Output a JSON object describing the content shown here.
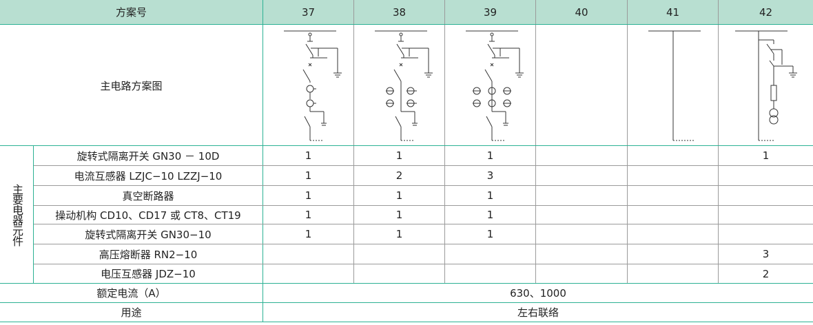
{
  "header": {
    "label": "方案号",
    "schemes": [
      "37",
      "38",
      "39",
      "40",
      "41",
      "42"
    ]
  },
  "diagram_row": {
    "label": "主电路方案图"
  },
  "components": {
    "group_label": "主要电器元件",
    "rows": [
      {
        "name": "旋转式隔离开关 GN30 － 10D",
        "cells": [
          "1",
          "1",
          "1",
          "",
          "",
          "1"
        ]
      },
      {
        "name": "电流互感器 LZJC−10 LZZJ−10",
        "cells": [
          "1",
          "2",
          "3",
          "",
          "",
          ""
        ]
      },
      {
        "name": "真空断路器",
        "cells": [
          "1",
          "1",
          "1",
          "",
          "",
          ""
        ]
      },
      {
        "name": "操动机构 CD10、CD17 或 CT8、CT19",
        "cells": [
          "1",
          "1",
          "1",
          "",
          "",
          ""
        ]
      },
      {
        "name": "旋转式隔离开关 GN30−10",
        "cells": [
          "1",
          "1",
          "1",
          "",
          "",
          ""
        ]
      },
      {
        "name": "高压熔断器 RN2−10",
        "cells": [
          "",
          "",
          "",
          "",
          "",
          "3"
        ]
      },
      {
        "name": "电压互感器 JDZ−10",
        "cells": [
          "",
          "",
          "",
          "",
          "",
          "2"
        ]
      }
    ]
  },
  "rated_current": {
    "label": "额定电流（A）",
    "value": "630、1000"
  },
  "usage": {
    "label": "用途",
    "value": "左右联络"
  },
  "colors": {
    "header_bg": "#b8dfd1",
    "line": "#2bb193",
    "text": "#222222"
  }
}
